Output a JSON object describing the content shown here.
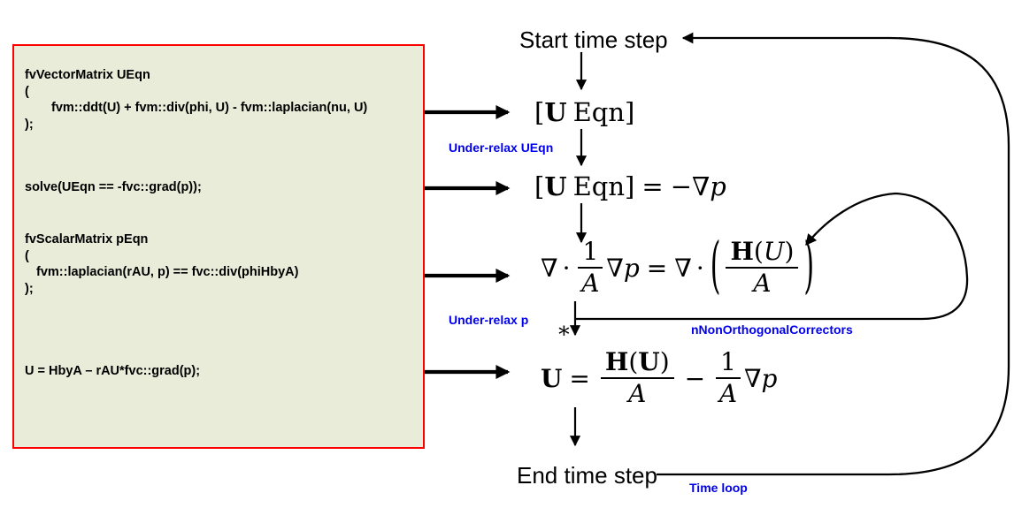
{
  "code_box": {
    "ueqn_block": [
      "fvVectorMatrix UEqn",
      "(",
      "fvm::ddt(U) + fvm::div(phi, U) - fvm::laplacian(nu, U)",
      ");"
    ],
    "solve_line": "solve(UEqn == -fvc::grad(p));",
    "peqn_block": [
      "fvScalarMatrix pEqn",
      "(",
      "fvm::laplacian(rAU, p) == fvc::div(phiHbyA)",
      ");"
    ],
    "correct_line": "U = HbyA – rAU*fvc::grad(p);"
  },
  "flow": {
    "start_label": "Start time step",
    "end_label": "End time step",
    "star": "∗"
  },
  "annotations": {
    "under_relax_ueqn": "Under-relax UEqn",
    "under_relax_p": "Under-relax p",
    "n_non_orthogonal_correctors": "nNonOrthogonalCorrectors",
    "time_loop": "Time loop"
  },
  "equations": {
    "momentum_matrix": {
      "open": "[",
      "U": "U",
      "label": "Eqn",
      "close": "]"
    },
    "momentum_solve": {
      "open": "[",
      "U": "U",
      "label": "Eqn",
      "close": "]",
      "equals": "=",
      "minus_nabla": "−∇",
      "p": "p"
    },
    "pressure": {
      "div1_nabla": "∇",
      "div1_dot": "·",
      "frac1_num": "1",
      "frac1_den": "A",
      "grad_nabla": "∇",
      "grad_p": "p",
      "equals": "=",
      "div2_nabla": "∇",
      "div2_dot": "·",
      "big_lparen": "(",
      "frac2_H": "H",
      "frac2_lp": "(",
      "frac2_U": "U",
      "frac2_rp": ")",
      "frac2_den": "A",
      "big_rparen": ")"
    },
    "velocity_correction": {
      "U": "U",
      "equals": "=",
      "frac1_H": "H",
      "frac1_lp": "(",
      "frac1_U": "U",
      "frac1_rp": ")",
      "frac1_den": "A",
      "minus": "−",
      "frac2_num": "1",
      "frac2_den": "A",
      "grad_nabla": "∇",
      "grad_p": "p"
    }
  },
  "colors": {
    "accent_blue": "#0000ee",
    "box_border": "#ff0000",
    "box_background": "#e9ecd9"
  }
}
